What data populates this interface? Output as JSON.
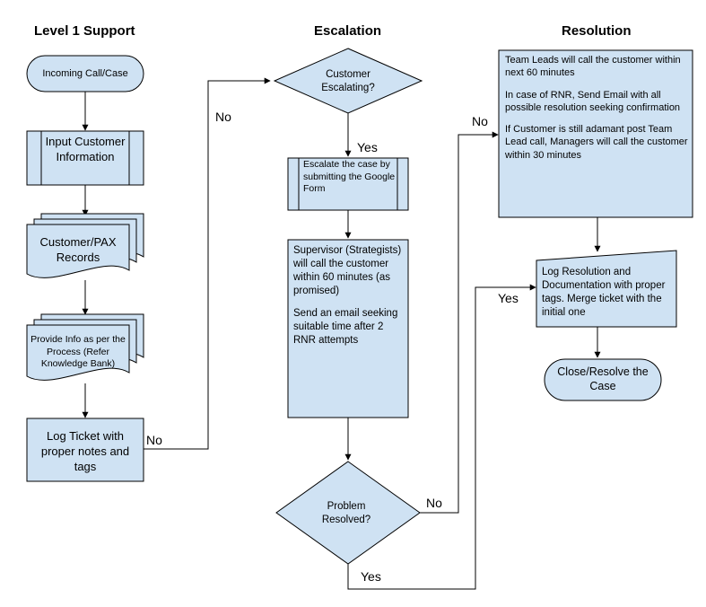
{
  "headers": {
    "level1": "Level 1 Support",
    "escalation": "Escalation",
    "resolution": "Resolution"
  },
  "nodes": {
    "incoming": "Incoming Call/Case",
    "input_info": "Input Customer Information",
    "pax_records": "Customer/PAX Records",
    "provide_info": "Provide Info as per the Process (Refer Knowledge Bank)",
    "log_ticket": "Log Ticket with proper notes and tags",
    "customer_escalating": "Customer Escalating?",
    "escalate_form": "Escalate the case by submitting the Google Form",
    "supervisor_call": "Supervisor (Strategists) will call the customer within 60 minutes (as promised)",
    "supervisor_email": "Send an email seeking suitable time after 2 RNR attempts",
    "problem_resolved": "Problem Resolved?",
    "team_leads_1": "Team Leads will call the customer within next 60 minutes",
    "team_leads_2": "In case of RNR, Send Email with all possible resolution seeking confirmation",
    "team_leads_3": "If Customer is still adamant post Team Lead call, Managers will call the customer within 30 minutes",
    "log_resolution": "Log Resolution and Documentation with proper tags. Merge ticket with the initial one",
    "close_case": "Close/Resolve the Case"
  },
  "edge_labels": {
    "log_to_escalating_no": "No",
    "escalating_left_no": "No",
    "escalating_yes": "Yes",
    "resolved_no": "No",
    "teamleads_no": "No",
    "resolved_yes": "Yes",
    "logres_yes": "Yes"
  },
  "colors": {
    "box_fill": "#cfe2f3",
    "stroke": "#000000"
  }
}
